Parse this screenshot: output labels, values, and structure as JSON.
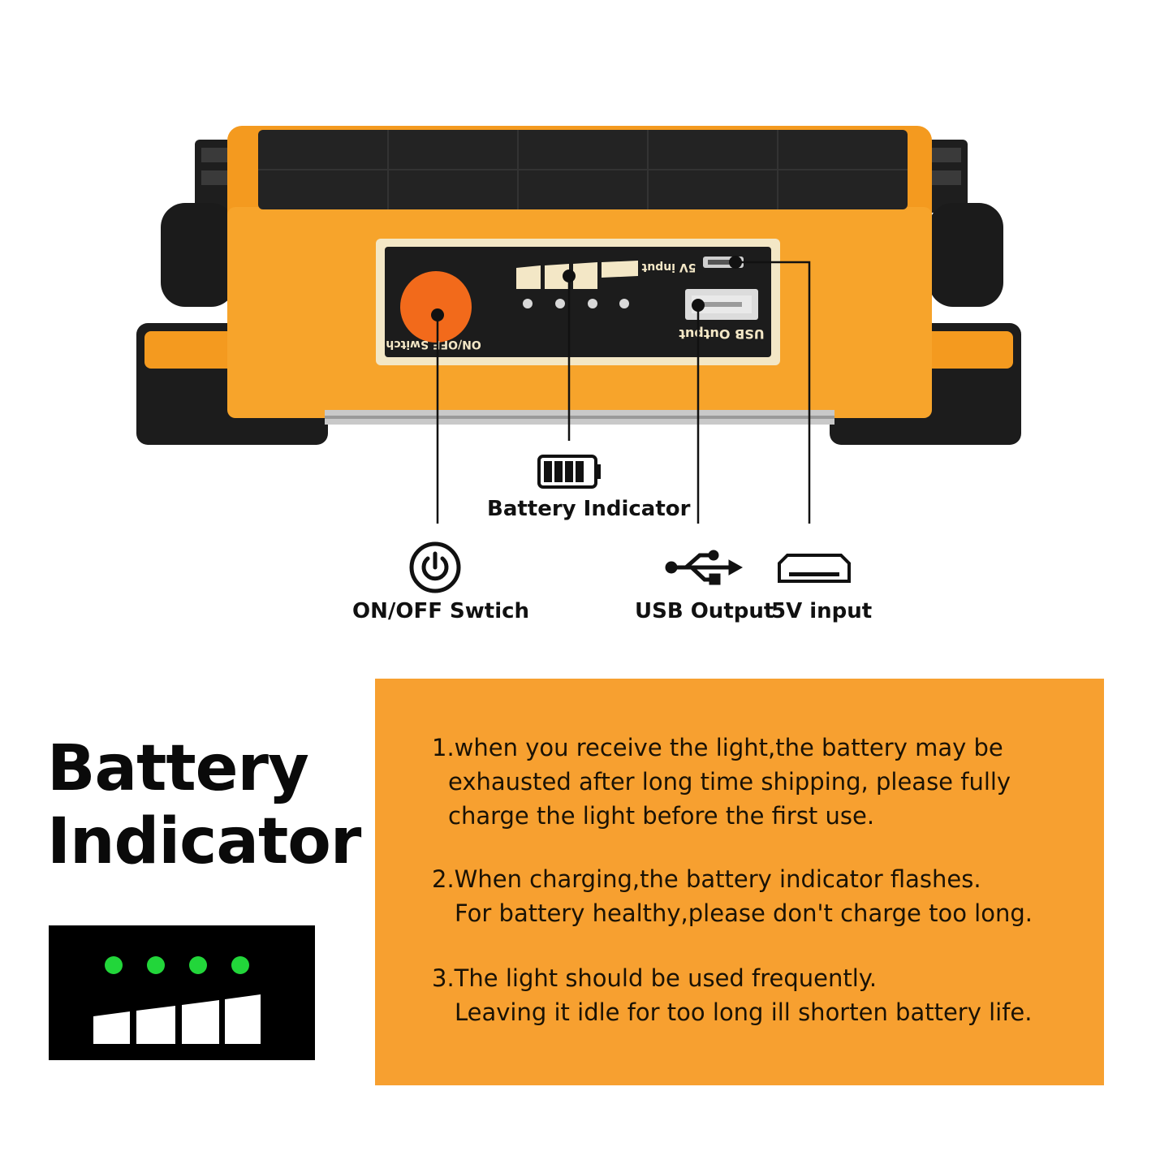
{
  "device": {
    "panel_text": {
      "switch": "ON/OFF Switch",
      "input": "5V input",
      "output": "USB Output"
    }
  },
  "callouts": {
    "battery_indicator": "Battery Indicator",
    "on_off": "ON/OFF Swtich",
    "usb_output": "USB Output",
    "five_v_input": "5V input"
  },
  "section_title": {
    "line1": "Battery",
    "line2": "Indicator"
  },
  "indicator_panel": {
    "dots_lit": 4,
    "dot_color": "#22d63a",
    "bars": 4
  },
  "notes": [
    {
      "line1": "1.when you receive the light,the battery may be",
      "line2": "exhausted after long time shipping, please fully",
      "line3": "charge the light before the first use."
    },
    {
      "line1": "2.When charging,the battery indicator flashes.",
      "line2": "For battery healthy,please don't charge too long."
    },
    {
      "line1": "3.The light should be used frequently.",
      "line2": "Leaving it idle for too long ill shorten battery life."
    }
  ],
  "colors": {
    "accent_orange": "#f7a030",
    "device_orange": "#f49a1f",
    "button_orange": "#f26a1b"
  }
}
